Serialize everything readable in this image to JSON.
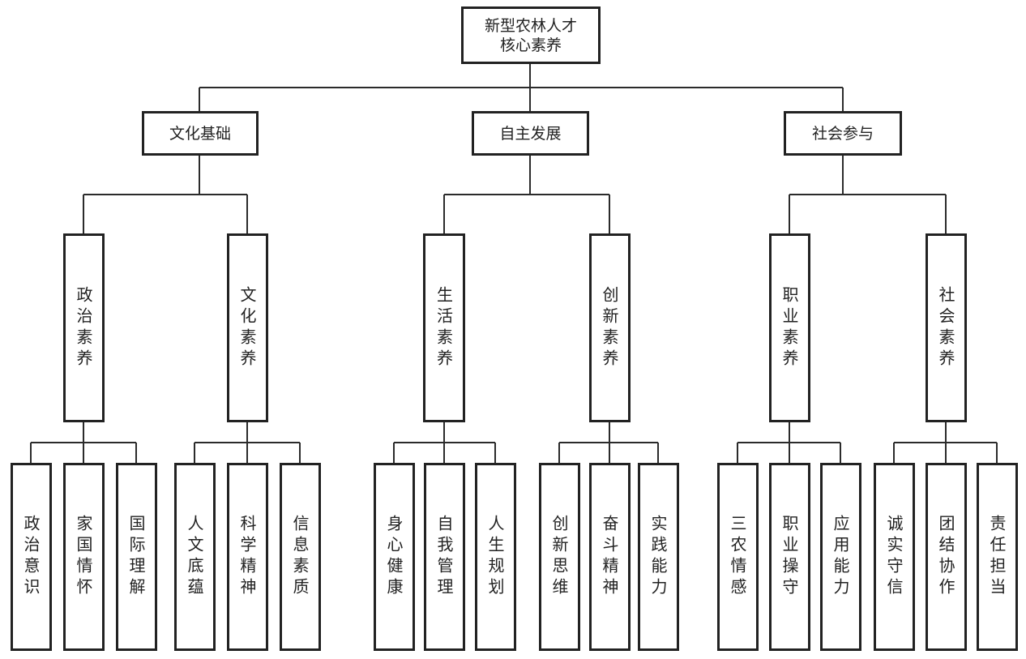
{
  "root": {
    "label": "新型农林人才\n核心素养"
  },
  "level1": [
    {
      "label": "文化基础"
    },
    {
      "label": "自主发展"
    },
    {
      "label": "社会参与"
    }
  ],
  "level2": [
    {
      "label": "政治素养"
    },
    {
      "label": "文化素养"
    },
    {
      "label": "生活素养"
    },
    {
      "label": "创新素养"
    },
    {
      "label": "职业素养"
    },
    {
      "label": "社会素养"
    }
  ],
  "level3": [
    {
      "label": "政治意识"
    },
    {
      "label": "家国情怀"
    },
    {
      "label": "国际理解"
    },
    {
      "label": "人文底蕴"
    },
    {
      "label": "科学精神"
    },
    {
      "label": "信息素质"
    },
    {
      "label": "身心健康"
    },
    {
      "label": "自我管理"
    },
    {
      "label": "人生规划"
    },
    {
      "label": "创新思维"
    },
    {
      "label": "奋斗精神"
    },
    {
      "label": "实践能力"
    },
    {
      "label": "三农情感"
    },
    {
      "label": "职业操守"
    },
    {
      "label": "应用能力"
    },
    {
      "label": "诚实守信"
    },
    {
      "label": "团结协作"
    },
    {
      "label": "责任担当"
    }
  ]
}
